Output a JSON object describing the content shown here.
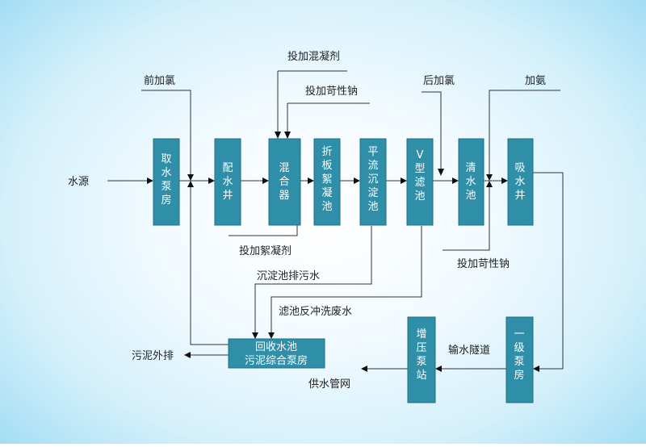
{
  "boxes": {
    "intake": "取水泵房",
    "distribution_well": "配水井",
    "mixer": "混合器",
    "flocculation": "折板絮凝池",
    "sedimentation": "平流沉淀池",
    "v_filter": "V型滤池",
    "clearwater": "清水池",
    "suction_well": "吸水井",
    "recovery_line1": "回收水池",
    "recovery_line2": "污泥综合泵房",
    "booster": "增压泵站",
    "primary_pump": "一级泵房"
  },
  "labels": {
    "water_source": "水源",
    "pre_chlorination": "前加氯",
    "coagulant": "投加混凝剂",
    "caustic_soda_top": "投加苛性钠",
    "post_chlorination": "后加氯",
    "ammonia": "加氨",
    "flocculant": "投加絮凝剂",
    "caustic_soda_bottom": "投加苛性钠",
    "sed_sewage": "沉淀池排污水",
    "backwash_waste": "滤池反冲洗废水",
    "sludge_out": "污泥外排",
    "transmission_tunnel": "输水隧道",
    "supply_network": "供水管网"
  }
}
